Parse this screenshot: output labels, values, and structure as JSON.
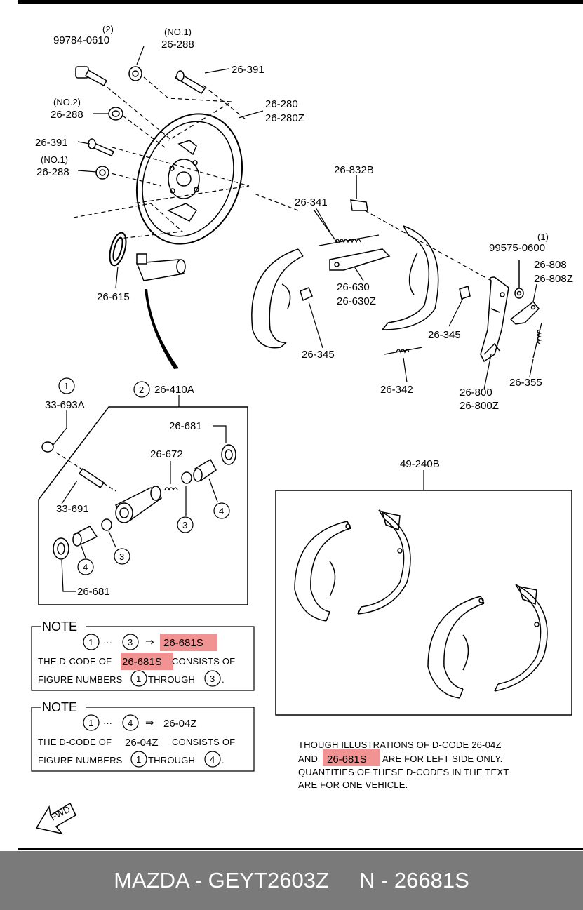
{
  "labels": {
    "bolt_99784": "99784-0610",
    "bolt_99784_qty": "(2)",
    "nut_no1_a_tag": "(NO.1)",
    "nut_no1_a": "26-288",
    "bolt_26391_a": "26-391",
    "nut_no2_tag": "(NO.2)",
    "nut_no2": "26-288",
    "backplate": "26-280",
    "backplate_z": "26-280Z",
    "bolt_26391_b": "26-391",
    "nut_no1_b_tag": "(NO.1)",
    "nut_no1_b": "26-288",
    "gasket": "26-615",
    "screw": "26-832B",
    "spring_26341": "26-341",
    "strut": "26-630",
    "strut_z": "26-630Z",
    "clip_a": "26-345",
    "clip_b": "26-345",
    "spring_26342": "26-342",
    "washer_99575": "99575-0600",
    "washer_99575_qty": "(1)",
    "lever": "26-808",
    "lever_z": "26-808Z",
    "shoe": "26-800",
    "shoe_z": "26-800Z",
    "spring_26355": "26-355",
    "cyl_assy": "26-410A",
    "bleeder_cap_num": "1",
    "bleeder_cap": "33-693A",
    "boot_top": "26-681",
    "spring_26672": "26-672",
    "bleeder": "33-691",
    "boot_bottom": "26-681",
    "circle_2": "2",
    "circle_3a": "3",
    "circle_3b": "3",
    "circle_4a": "4",
    "circle_4b": "4",
    "shoe_kit": "49-240B"
  },
  "note1": {
    "title": "NOTE",
    "from": "1",
    "to": "3",
    "code": "26-681S",
    "line2_pre": "THE D-CODE OF",
    "line2_code": "26-681S",
    "line2_post": "CONSISTS OF",
    "line3_pre": "FIGURE NUMBERS",
    "line3_from": "1",
    "line3_mid": "THROUGH",
    "line3_to": "3",
    "line3_end": "."
  },
  "note2": {
    "title": "NOTE",
    "from": "1",
    "to": "4",
    "code": "26-04Z",
    "line2_pre": "THE D-CODE OF",
    "line2_code": "26-04Z",
    "line2_post": "CONSISTS OF",
    "line3_pre": "FIGURE NUMBERS",
    "line3_from": "1",
    "line3_mid": "THROUGH",
    "line3_to": "4",
    "line3_end": "."
  },
  "footnote": {
    "line1": "THOUGH ILLUSTRATIONS OF D-CODE 26-04Z",
    "line2_pre": "AND",
    "line2_code": "26-681S",
    "line2_post": "ARE FOR LEFT SIDE ONLY.",
    "line3": "QUANTITIES OF THESE D-CODES IN THE TEXT",
    "line4": "ARE FOR ONE VEHICLE."
  },
  "fwd": "FWD",
  "footer": {
    "text": "MAZDA - GEYT2603Z     N - 26681S"
  },
  "colors": {
    "highlight": "#f08080",
    "footer_bg": "#7a7a7a"
  }
}
